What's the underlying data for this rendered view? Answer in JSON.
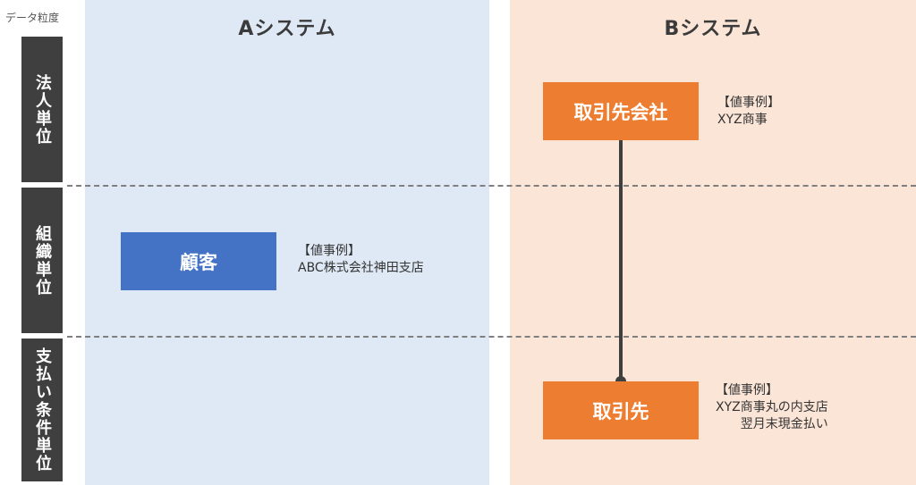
{
  "granularity_label": "データ粒度",
  "columns": {
    "a_title": "Aシステム",
    "b_title": "Bシステム"
  },
  "rows": [
    {
      "label": "法人単位"
    },
    {
      "label": "組織単位"
    },
    {
      "label": "支払い条件単位"
    }
  ],
  "system_a": {
    "entity": "顧客",
    "example_heading": "【値事例】",
    "example_value": "ABC株式会社神田支店"
  },
  "system_b": {
    "entity_top": "取引先会社",
    "example_top_heading": "【値事例】",
    "example_top_value": "XYZ商事",
    "entity_bottom": "取引先",
    "example_bottom_heading": "【値事例】",
    "example_bottom_line1": "XYZ商事丸の内支店",
    "example_bottom_line2": "翌月末現金払い"
  },
  "colors": {
    "column_a_bg": "#dfe9f5",
    "column_b_bg": "#fbe5d7",
    "row_bar": "#3f3f3f",
    "entity_a": "#4472c4",
    "entity_b": "#ed7d31"
  }
}
